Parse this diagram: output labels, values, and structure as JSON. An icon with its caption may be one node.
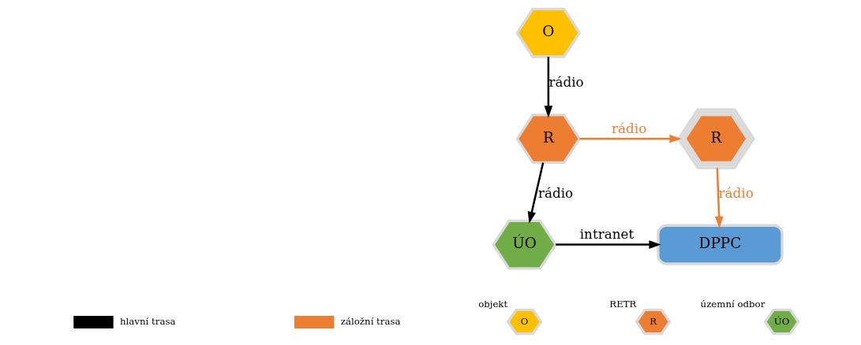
{
  "diagram": {
    "nodes": [
      {
        "text": [
          "O"
        ]
      },
      {
        "text": [
          "R"
        ]
      },
      {
        "text": [
          "R"
        ]
      },
      {
        "text": [
          "ÚO"
        ]
      },
      {
        "text": [
          "DPPC"
        ]
      },
      {
        "text": [
          "O"
        ],
        "beside": [
          "objekt"
        ]
      },
      {
        "text": [
          "R"
        ],
        "beside": [
          "RETR"
        ]
      },
      {
        "text": [
          "ÚO"
        ],
        "beside": [
          "územní odbor"
        ]
      }
    ],
    "edges": [
      {
        "from": 0,
        "to": 1,
        "arrow": "to",
        "label": "rádio"
      },
      {
        "from": 1,
        "to": 2,
        "arrow": "to",
        "label": "rádio",
        "color": "#ed7d31"
      },
      {
        "from": 1,
        "to": 3,
        "arrow": "to",
        "label": "rádio"
      },
      {
        "from": 2,
        "to": 4,
        "arrow": "to",
        "label": "rádio",
        "color": "#ed7d31"
      },
      {
        "from": 3,
        "to": 4,
        "arrow": "to",
        "label": "intranet"
      }
    ],
    "legend": [
      {
        "text": "hlavní trasa"
      },
      {
        "text": "záložní trasa"
      }
    ]
  }
}
